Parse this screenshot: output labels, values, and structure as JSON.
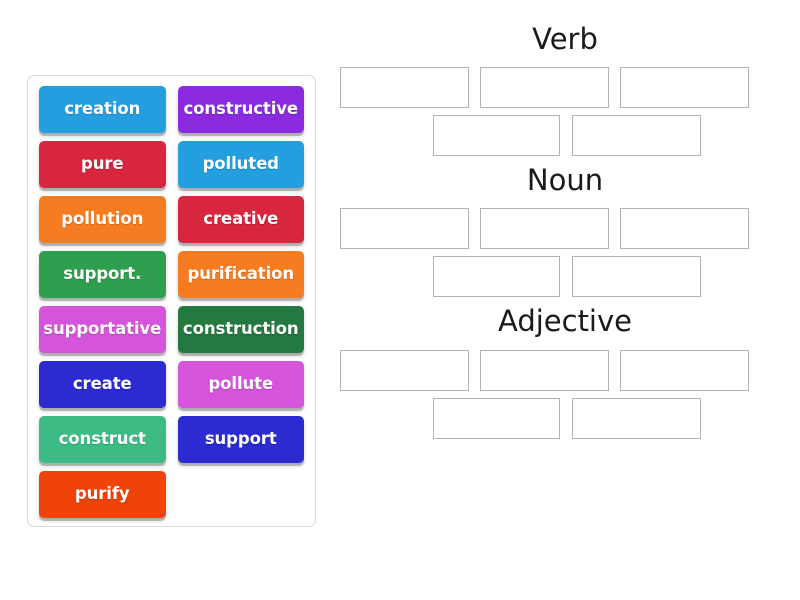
{
  "activity": {
    "type": "group-sort",
    "tray_label": "word-tiles"
  },
  "tiles": [
    {
      "label": "creation",
      "color": "#239FE0"
    },
    {
      "label": "constructive",
      "color": "#8A2BE2"
    },
    {
      "label": "pure",
      "color": "#D7263D"
    },
    {
      "label": "polluted",
      "color": "#239FE0"
    },
    {
      "label": "pollution",
      "color": "#F57C20"
    },
    {
      "label": "creative",
      "color": "#D7263D"
    },
    {
      "label": "support.",
      "color": "#2E9E4F"
    },
    {
      "label": "purification",
      "color": "#F57C20"
    },
    {
      "label": "supportative",
      "color": "#D654DB"
    },
    {
      "label": "construction",
      "color": "#23793F"
    },
    {
      "label": "create",
      "color": "#2B2BD1"
    },
    {
      "label": "pollute",
      "color": "#D654DB"
    },
    {
      "label": "construct",
      "color": "#3CBC84"
    },
    {
      "label": "support",
      "color": "#2B2BD1"
    },
    {
      "label": "purify",
      "color": "#EF430A"
    }
  ],
  "categories": [
    {
      "title": "Verb",
      "zones_row1": [
        "",
        "",
        ""
      ],
      "zones_row2": [
        "",
        ""
      ]
    },
    {
      "title": "Noun",
      "zones_row1": [
        "",
        "",
        ""
      ],
      "zones_row2": [
        "",
        ""
      ]
    },
    {
      "title": "Adjective",
      "zones_row1": [
        "",
        "",
        ""
      ],
      "zones_row2": [
        "",
        ""
      ]
    }
  ],
  "colors": {
    "page_background": "#FFFFFF",
    "tray_border": "#D9D9D9",
    "zone_border": "#B3B3B3",
    "title_text": "#1A1A1A",
    "tile_text": "#FFFFFF"
  }
}
